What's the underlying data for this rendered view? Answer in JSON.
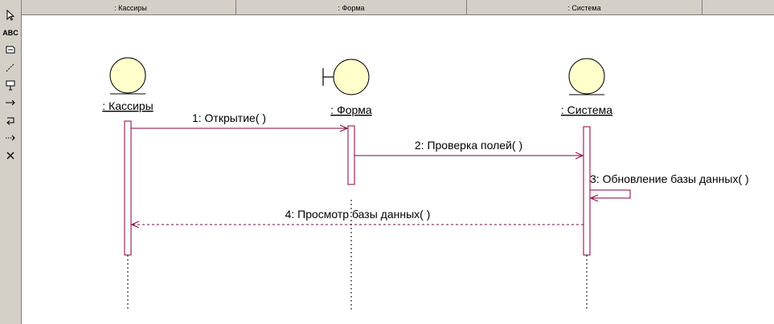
{
  "toolbar": {
    "tools": [
      {
        "name": "select-tool",
        "glyph": "arrow-icon"
      },
      {
        "name": "text-tool",
        "label": "ABC"
      },
      {
        "name": "note-tool",
        "glyph": "note-icon"
      },
      {
        "name": "anchor-tool",
        "glyph": "dash-line-icon"
      },
      {
        "name": "object-tool",
        "glyph": "object-icon"
      },
      {
        "name": "message-tool",
        "glyph": "message-arrow-icon"
      },
      {
        "name": "return-tool",
        "glyph": "return-arrow-icon"
      },
      {
        "name": "async-message-tool",
        "glyph": "dotted-arrow-icon"
      },
      {
        "name": "destroy-tool",
        "glyph": "close-icon"
      }
    ]
  },
  "header": {
    "columns": [
      ": Кассиры",
      ": Форма",
      ": Система"
    ]
  },
  "diagram": {
    "lifelines": [
      {
        "label": ": Кассиры",
        "kind": "entity"
      },
      {
        "label": ": Форма",
        "kind": "boundary"
      },
      {
        "label": ": Система",
        "kind": "entity"
      }
    ],
    "messages": [
      {
        "label": "1: Открытие( )"
      },
      {
        "label": "2: Проверка полей( )"
      },
      {
        "label": "3: Обновление базы данных( )"
      },
      {
        "label": "4: Просмотр базы данных( )"
      }
    ]
  },
  "colors": {
    "line": "#800040",
    "actor_fill": "#ffffcc",
    "toolbar_bg": "#d4d0c8"
  }
}
